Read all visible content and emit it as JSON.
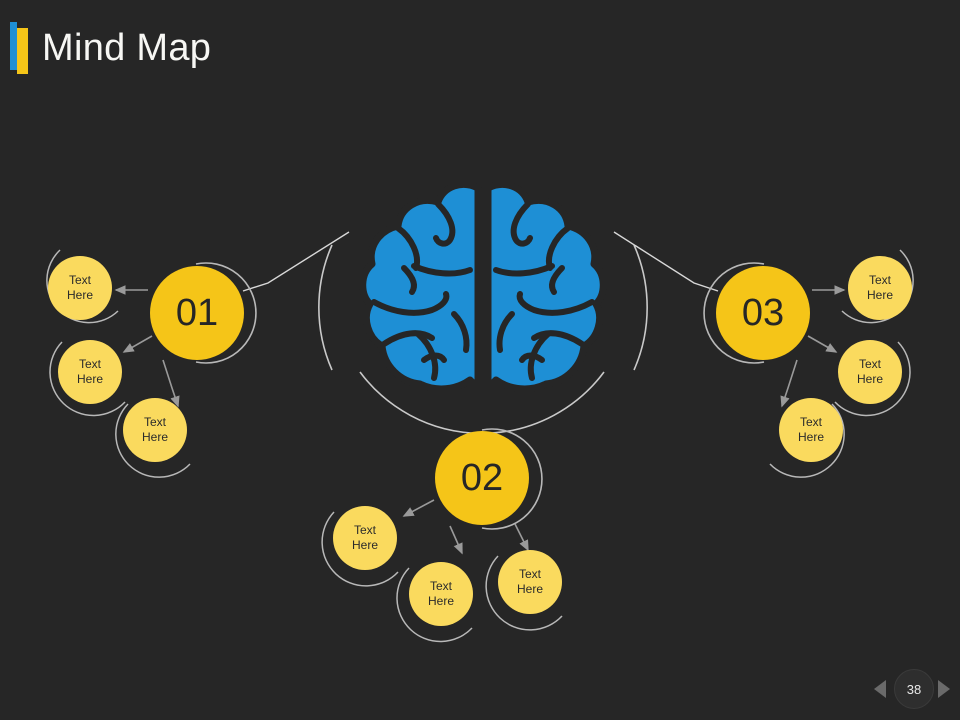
{
  "slide": {
    "title": "Mind Map",
    "background_color": "#262626",
    "accent_blue": "#1E8FD5",
    "accent_yellow": "#F5C518"
  },
  "diagram": {
    "center_icon": "brain-icon",
    "center_icon_color": "#1E8FD5",
    "branches": [
      {
        "id": "01",
        "number": "01",
        "leaves": [
          {
            "line1": "Text",
            "line2": "Here"
          },
          {
            "line1": "Text",
            "line2": "Here"
          },
          {
            "line1": "Text",
            "line2": "Here"
          }
        ]
      },
      {
        "id": "02",
        "number": "02",
        "leaves": [
          {
            "line1": "Text",
            "line2": "Here"
          },
          {
            "line1": "Text",
            "line2": "Here"
          },
          {
            "line1": "Text",
            "line2": "Here"
          }
        ]
      },
      {
        "id": "03",
        "number": "03",
        "leaves": [
          {
            "line1": "Text",
            "line2": "Here"
          },
          {
            "line1": "Text",
            "line2": "Here"
          },
          {
            "line1": "Text",
            "line2": "Here"
          }
        ]
      }
    ]
  },
  "footer": {
    "page_number": "38",
    "prev_label": "prev-arrow",
    "next_label": "next-arrow"
  }
}
